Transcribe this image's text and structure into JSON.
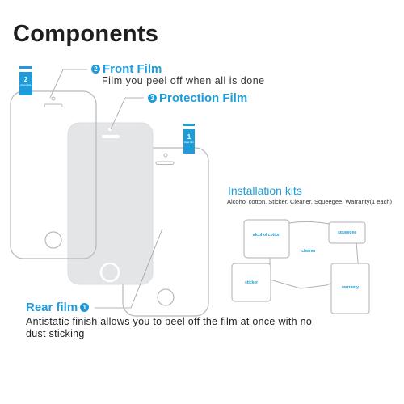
{
  "title": "Components",
  "front_film": {
    "number": "2",
    "name": "Front Film",
    "description": "Film you peel off when all is done",
    "tag_number": "2",
    "tag_text": "Dust Hole"
  },
  "protection_film": {
    "number": "3",
    "name": "Protection Film"
  },
  "rear_film": {
    "number": "1",
    "name": "Rear film",
    "description": "Antistatic finish allows you to peel off the film at once with no dust sticking",
    "tag_number": "1",
    "tag_text": "Rear film"
  },
  "installation_kits": {
    "title": "Installation kits",
    "items_text": "Alcohol cotton, Sticker, Cleaner, Squeegee, Warranty(1 each)",
    "labels": {
      "alcohol_cotton": "alcohol cotton",
      "squeegee": "squeegee",
      "cleaner": "cleaner",
      "sticker": "sticker",
      "warranty": "warranty"
    }
  },
  "colors": {
    "accent": "#1f9bd7",
    "phone_outline": "#b5b8bc",
    "protection_fill": "#e4e5e7"
  }
}
